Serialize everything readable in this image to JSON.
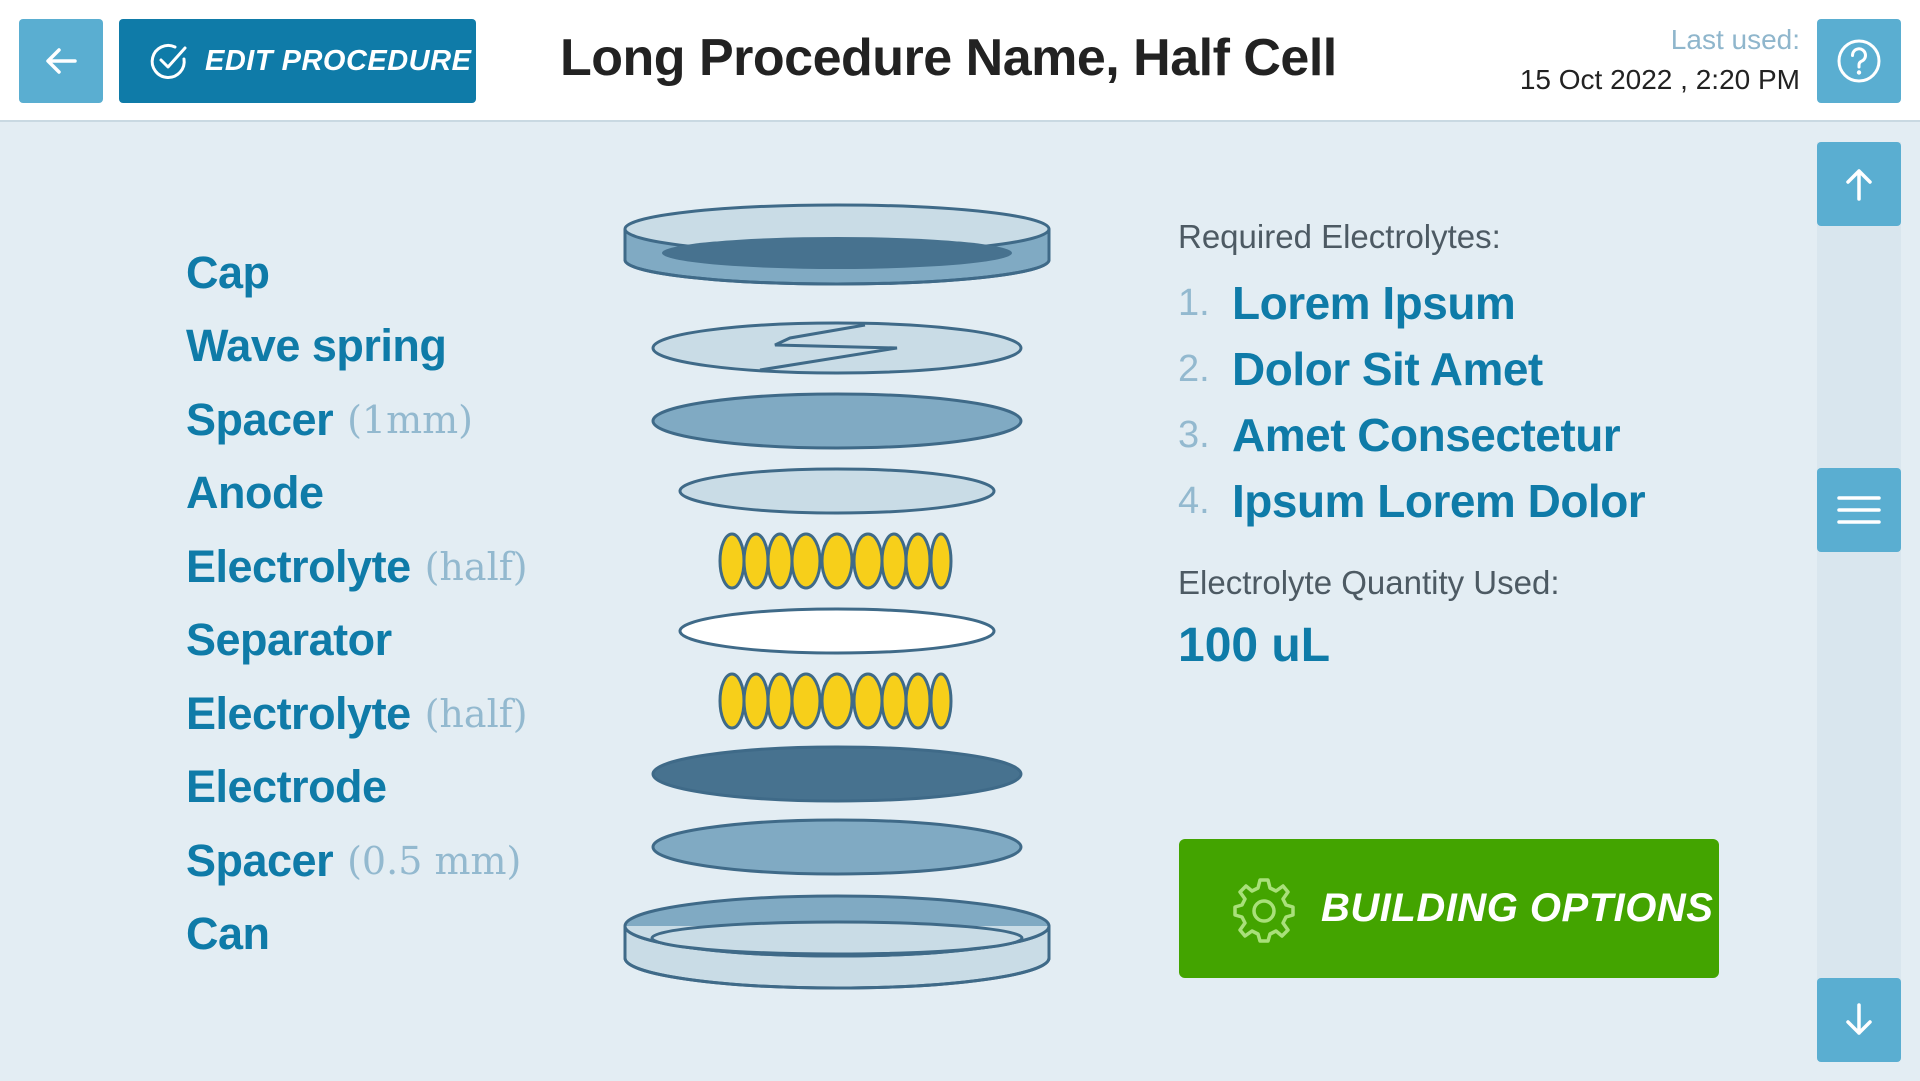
{
  "header": {
    "edit_label": "EDIT PROCEDURE",
    "title": "Long Procedure Name, Half Cell",
    "last_used_label": "Last used:",
    "last_used_value": "15 Oct 2022 , 2:20 PM"
  },
  "layers": [
    {
      "name": "Cap",
      "note": ""
    },
    {
      "name": "Wave spring",
      "note": ""
    },
    {
      "name": "Spacer",
      "note": "(1mm)"
    },
    {
      "name": "Anode",
      "note": ""
    },
    {
      "name": "Electrolyte",
      "note": "(half)"
    },
    {
      "name": "Separator",
      "note": ""
    },
    {
      "name": "Electrolyte",
      "note": "(half)"
    },
    {
      "name": "Electrode",
      "note": ""
    },
    {
      "name": "Spacer",
      "note": "(0.5 mm)"
    },
    {
      "name": "Can",
      "note": ""
    }
  ],
  "electrolytes": {
    "title": "Required Electrolytes:",
    "items": [
      {
        "num": "1.",
        "name": "Lorem Ipsum"
      },
      {
        "num": "2.",
        "name": "Dolor Sit Amet"
      },
      {
        "num": "3.",
        "name": "Amet Consectetur"
      },
      {
        "num": "4.",
        "name": "Ipsum Lorem Dolor"
      }
    ]
  },
  "quantity": {
    "title": "Electrolyte Quantity Used:",
    "value": "100 uL"
  },
  "build_label": "BUILDING OPTIONS",
  "colors": {
    "primary": "#0f7ba8",
    "button_light": "#5aaed1",
    "green": "#43a400",
    "electrolyte_yellow": "#f7cf1a",
    "dark_disc": "#47728f",
    "mid_disc": "#80aac3",
    "light_disc": "#c9dce6"
  },
  "icons": {
    "back": "arrow-left-icon",
    "edit": "check-circle-icon",
    "help": "question-circle-icon",
    "scroll_up": "arrow-up-icon",
    "menu": "hamburger-menu-icon",
    "scroll_down": "arrow-down-icon",
    "build": "gear-icon"
  }
}
